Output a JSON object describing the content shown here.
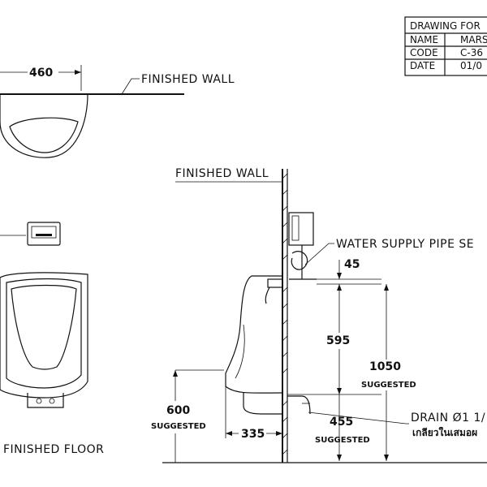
{
  "title_block": {
    "header": "DRAWING FOR",
    "rows": [
      {
        "key": "NAME",
        "value": "MARS"
      },
      {
        "key": "CODE",
        "value": "C-36"
      },
      {
        "key": "DATE",
        "value": "01/0"
      }
    ]
  },
  "top_view": {
    "width_dim": "460",
    "wall_label": "FINISHED WALL"
  },
  "side_view": {
    "wall_label": "FINISHED WALL",
    "pipe_label": "WATER SUPPLY PIPE SE",
    "dim_45": "45",
    "dim_595": "595",
    "dim_1050": "1050",
    "dim_1050_note": "SUGGESTED",
    "dim_600": "600",
    "dim_600_note": "SUGGESTED",
    "dim_335": "335",
    "dim_455": "455",
    "dim_455_note": "SUGGESTED",
    "drain_label": "DRAIN Ø1 1/",
    "drain_note_thai": "เกลียวในเสมอผ"
  },
  "front_view": {
    "floor_label": "FINISHED FLOOR"
  }
}
